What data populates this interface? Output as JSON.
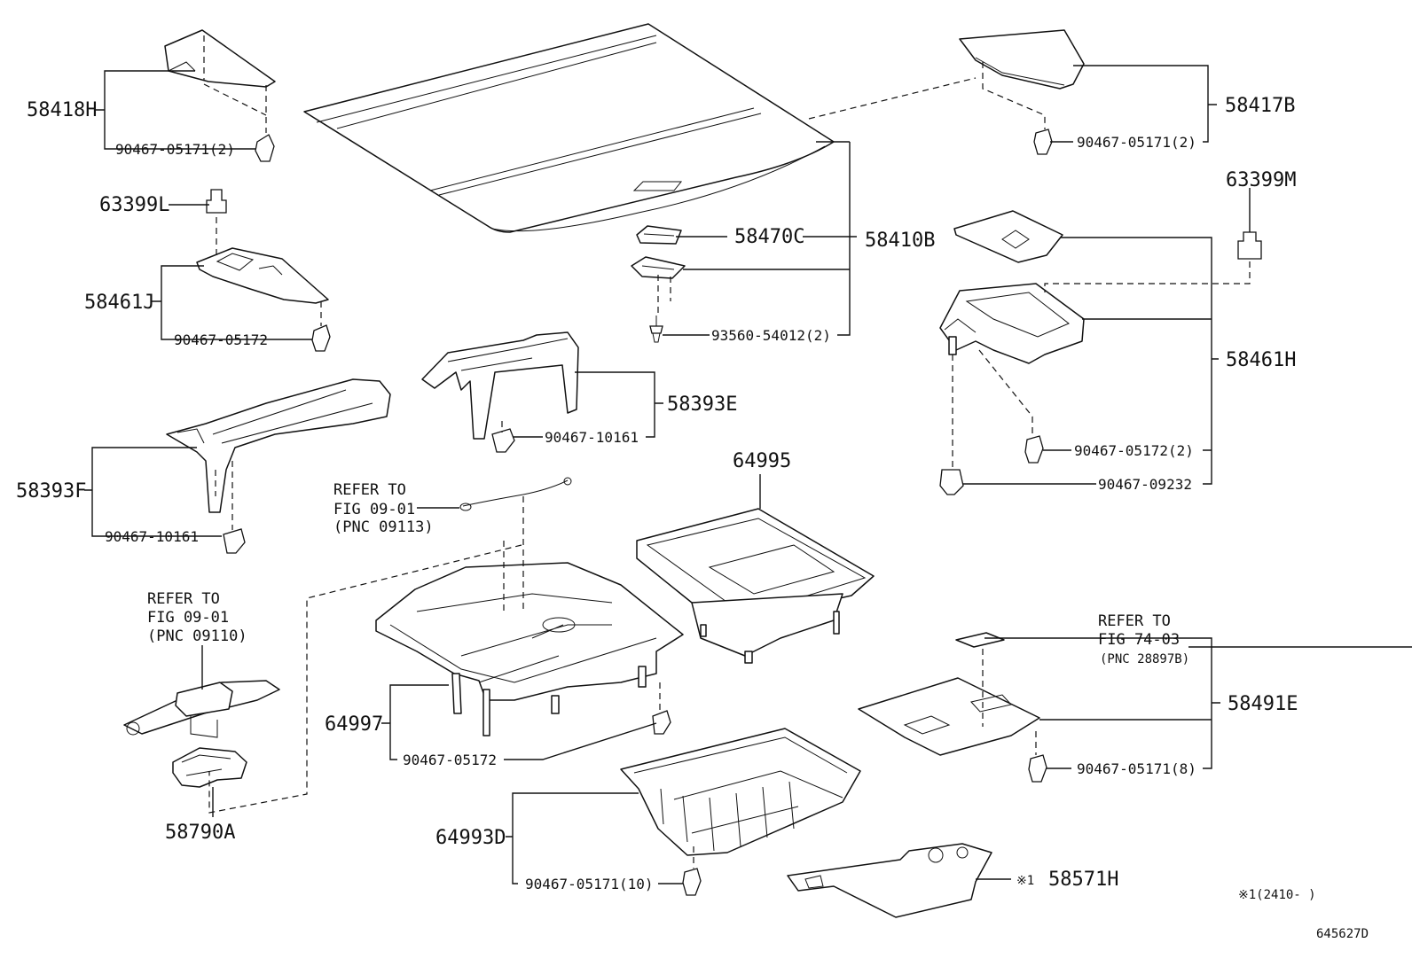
{
  "labels": {
    "l_58418H": "58418H",
    "l_58418H_clip": "90467-05171(2)",
    "l_63399L": "63399L",
    "l_58461J": "58461J",
    "l_58461J_clip": "90467-05172",
    "l_58393F": "58393F",
    "l_58393F_clip": "90467-10161",
    "l_58470C": "58470C",
    "l_58410B": "58410B",
    "l_93560": "93560-54012(2)",
    "l_58393E": "58393E",
    "l_58393E_clip": "90467-10161",
    "l_58417B": "58417B",
    "l_58417B_clip": "90467-05171(2)",
    "l_63399M": "63399M",
    "l_58461H": "58461H",
    "l_58461H_clip": "90467-05172(2)",
    "l_90467_09232": "90467-09232",
    "l_64995": "64995",
    "l_64997": "64997",
    "l_64997_clip": "90467-05172",
    "l_58790A": "58790A",
    "l_58491E": "58491E",
    "l_58491E_clip": "90467-05171(8)",
    "l_64993D": "64993D",
    "l_64993D_clip": "90467-05171(10)",
    "l_58571H": "58571H",
    "l_58571H_mark": "※1"
  },
  "refs": {
    "ref1": {
      "line1": "REFER TO",
      "line2": "FIG 09-01",
      "line3": "(PNC 09113)"
    },
    "ref2": {
      "line1": "REFER TO",
      "line2": "FIG 09-01",
      "line3": "(PNC 09110)"
    },
    "ref3": {
      "line1": "REFER TO",
      "line2": "FIG 74-03",
      "line3": "(PNC 28897B)"
    }
  },
  "footnote": "※1(2410-    )",
  "diagram_id": "645627D"
}
